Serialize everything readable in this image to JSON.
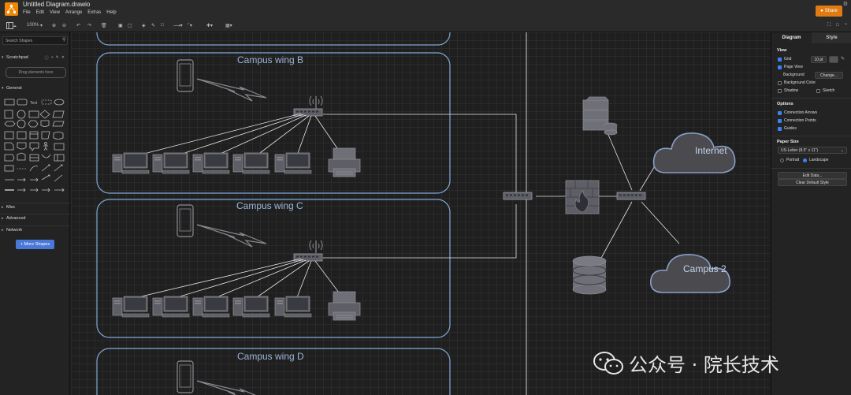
{
  "app": {
    "title": "Untitled Diagram.drawio"
  },
  "menu": [
    "File",
    "Edit",
    "View",
    "Arrange",
    "Extras",
    "Help"
  ],
  "share_label": "Share",
  "toolbar": {
    "zoom": "100%"
  },
  "sidebar": {
    "search_placeholder": "Search Shapes",
    "scratchpad_label": "Scratchpad",
    "drag_hint": "Drag elements here",
    "general_label": "General",
    "misc_label": "Misc",
    "advanced_label": "Advanced",
    "network_label": "Network",
    "more_shapes": "+ More Shapes"
  },
  "diagram": {
    "wings": [
      "Campus wing B",
      "Campus wing C",
      "Campus wing D"
    ],
    "clouds": [
      "Internet",
      "Campus 2"
    ]
  },
  "rpanel": {
    "tabs": [
      "Diagram",
      "Style"
    ],
    "view_label": "View",
    "grid_label": "Grid",
    "grid_size": "10 pt",
    "page_view_label": "Page View",
    "background_label": "Background",
    "change_label": "Change...",
    "background_color_label": "Background Color",
    "shadow_label": "Shadow",
    "sketch_label": "Sketch",
    "options_label": "Options",
    "connection_arrows_label": "Connection Arrows",
    "connection_points_label": "Connection Points",
    "guides_label": "Guides",
    "paper_size_label": "Paper Size",
    "paper_size_value": "US-Letter (8.5\" x 11\")",
    "portrait_label": "Portrait",
    "landscape_label": "Landscape",
    "edit_data_label": "Edit Data...",
    "clear_style_label": "Clear Default Style"
  },
  "watermark": "公众号 · 院长技术",
  "colors": {
    "accent": "#e07a12",
    "wing_border": "#7fa9d6",
    "cloud_fill": "#4a4a4f",
    "cloud_border": "#8aa0c8",
    "device": "#6f7077"
  }
}
